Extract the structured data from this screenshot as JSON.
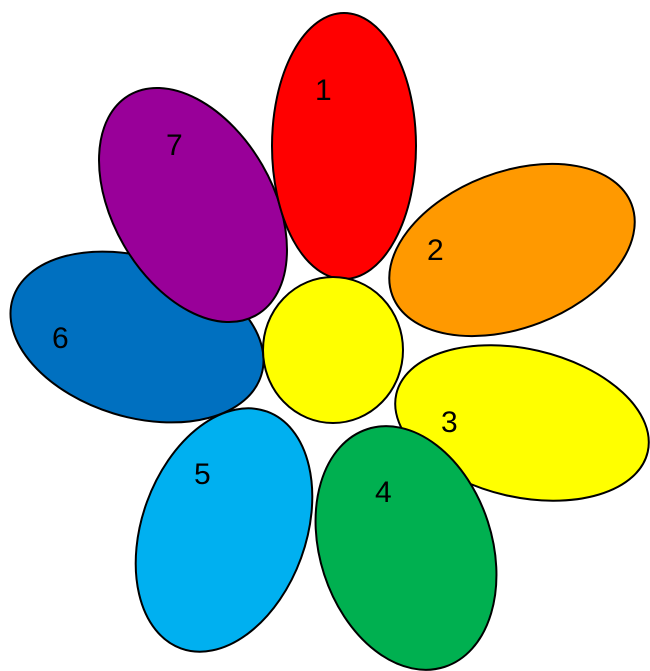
{
  "flower": {
    "center": {
      "color": "#ffff00"
    },
    "petals": [
      {
        "label": "1",
        "color": "#ff0000"
      },
      {
        "label": "2",
        "color": "#ff9900"
      },
      {
        "label": "3",
        "color": "#ffff00"
      },
      {
        "label": "4",
        "color": "#00b050"
      },
      {
        "label": "5",
        "color": "#00b0f0"
      },
      {
        "label": "6",
        "color": "#0070c0"
      },
      {
        "label": "7",
        "color": "#990099"
      }
    ]
  }
}
